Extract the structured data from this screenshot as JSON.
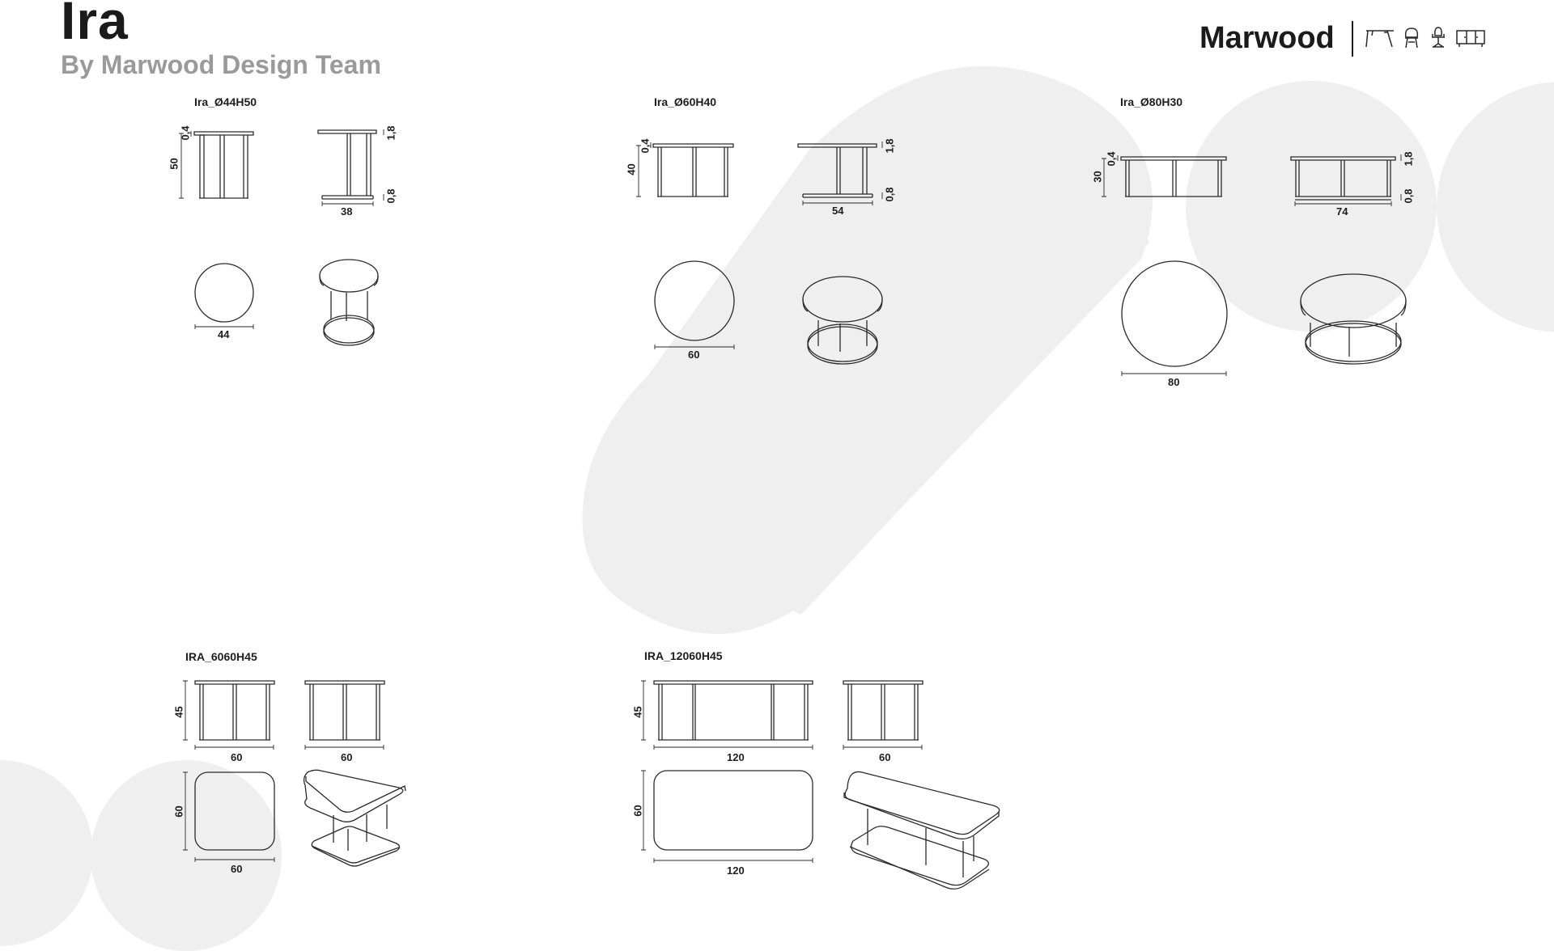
{
  "header": {
    "title": "Ira",
    "subtitle": "By Marwood Design Team",
    "brand": "Marwood",
    "category_icons": [
      "table-icon",
      "chair-icon",
      "office-chair-icon",
      "sideboard-icon"
    ]
  },
  "colors": {
    "background": "#ffffff",
    "shape_gray": "#efefef",
    "text_dark": "#1b1b1b",
    "text_gray": "#9a9a9a"
  },
  "models": [
    {
      "code": "Ira_Ø44H50",
      "height": "50",
      "top_thickness": "0,4",
      "top_overhang": "1,8",
      "base_thickness": "0,8",
      "side_width": "38",
      "plan_size": "44"
    },
    {
      "code": "Ira_Ø60H40",
      "height": "40",
      "top_thickness": "0,4",
      "top_overhang": "1,8",
      "base_thickness": "0,8",
      "side_width": "54",
      "plan_size": "60"
    },
    {
      "code": "Ira_Ø80H30",
      "height": "30",
      "top_thickness": "0,4",
      "top_overhang": "1,8",
      "base_thickness": "0,8",
      "side_width": "74",
      "plan_size": "80"
    },
    {
      "code": "IRA_6060H45",
      "height": "45",
      "front_width": "60",
      "side_width": "60",
      "plan_depth": "60",
      "plan_width": "60"
    },
    {
      "code": "IRA_12060H45",
      "height": "45",
      "front_width": "120",
      "side_width": "60",
      "plan_depth": "60",
      "plan_width": "120"
    }
  ]
}
